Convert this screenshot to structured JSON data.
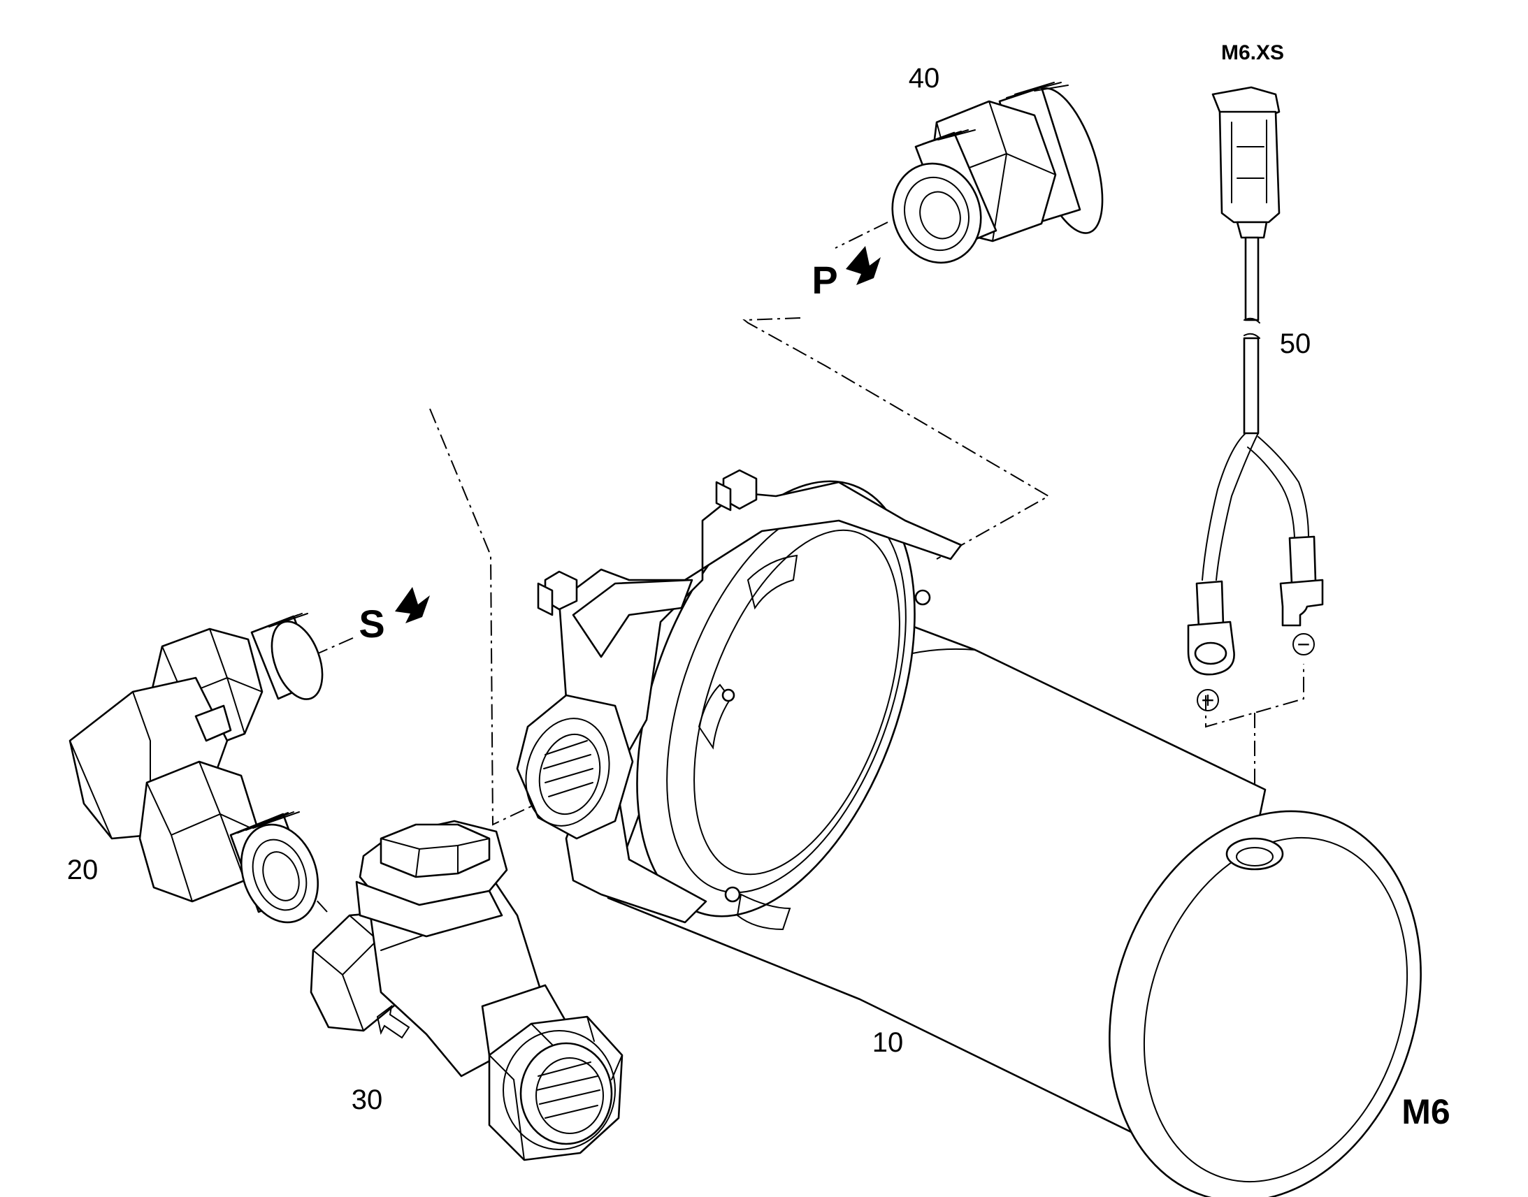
{
  "diagram": {
    "callouts": {
      "motor_pump": "10",
      "elbow_fitting": "20",
      "strainer": "30",
      "straight_fitting": "40",
      "harness": "50"
    },
    "connector_label": "M6.XS",
    "component_label": "M6",
    "port_pressure": "P",
    "port_suction": "S",
    "polarity_positive": "+",
    "polarity_negative": "−"
  }
}
